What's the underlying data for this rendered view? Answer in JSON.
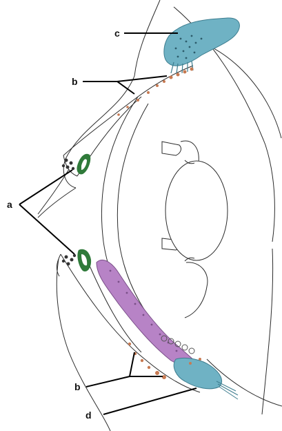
{
  "labels": {
    "a": "a",
    "b_top": "b",
    "b_bottom": "b",
    "c": "c",
    "d": "d"
  },
  "colors": {
    "lacrimal_gland": "#6fb2c4",
    "tarsal_gland": "#b783c6",
    "green_gland": "#2f7a3a",
    "accessory_gland": "#c77a52",
    "lacrimal_sac": "#6fb2c4",
    "outline": "#2a2a2a"
  }
}
